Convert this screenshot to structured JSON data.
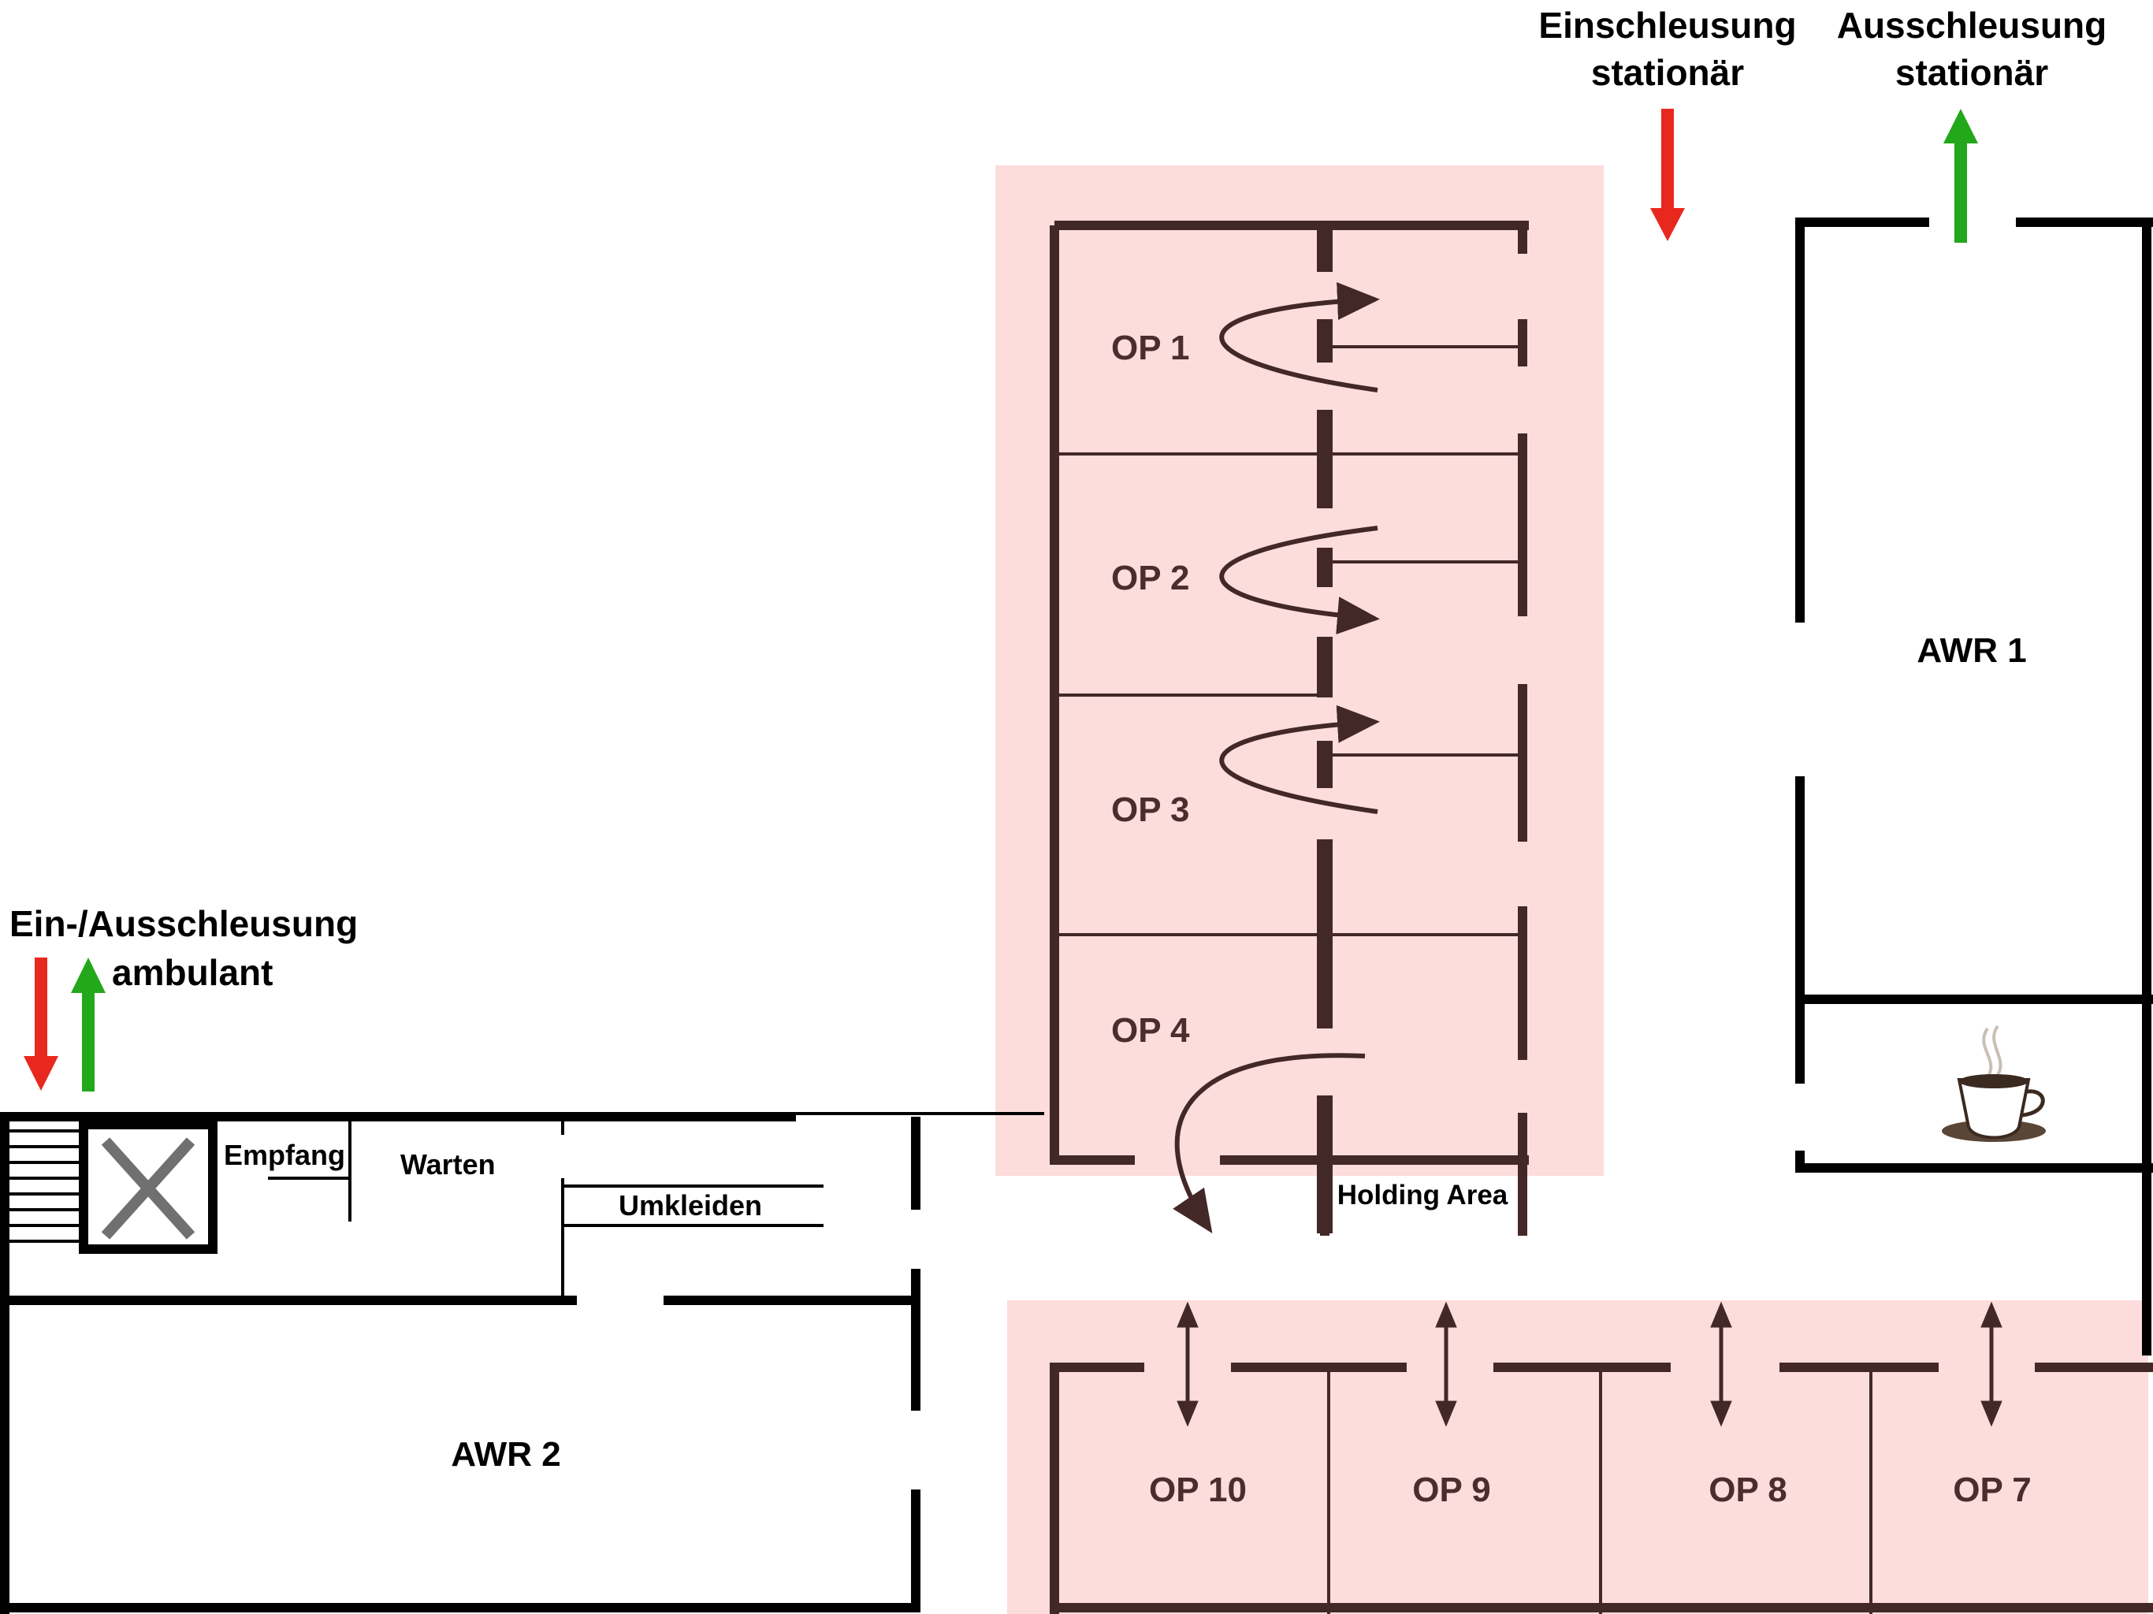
{
  "colors": {
    "zone_fill": "#fddcdc",
    "wall_black": "#000000",
    "wall_brown": "#432828",
    "arrow_in": "#e8281e",
    "arrow_out": "#22a81a",
    "elevator_x": "#707070"
  },
  "labels": {
    "entry_stationary": [
      "Einschleusung",
      "stationär"
    ],
    "exit_stationary": [
      "Ausschleusung",
      "stationär"
    ],
    "entry_exit_ambulatory": [
      "Ein-/Ausschleusung",
      "ambulant"
    ],
    "op1": "OP 1",
    "op2": "OP 2",
    "op3": "OP 3",
    "op4": "OP 4",
    "op7": "OP 7",
    "op8": "OP 8",
    "op9": "OP 9",
    "op10": "OP 10",
    "awr1": "AWR 1",
    "awr2": "AWR 2",
    "holding_area": "Holding Area",
    "reception": "Empfang",
    "waiting": "Warten",
    "changing": "Umkleiden"
  },
  "icons": {
    "elevator": "elevator-x-icon",
    "coffee": "coffee-cup-icon",
    "stairs": "stairs-icon"
  }
}
